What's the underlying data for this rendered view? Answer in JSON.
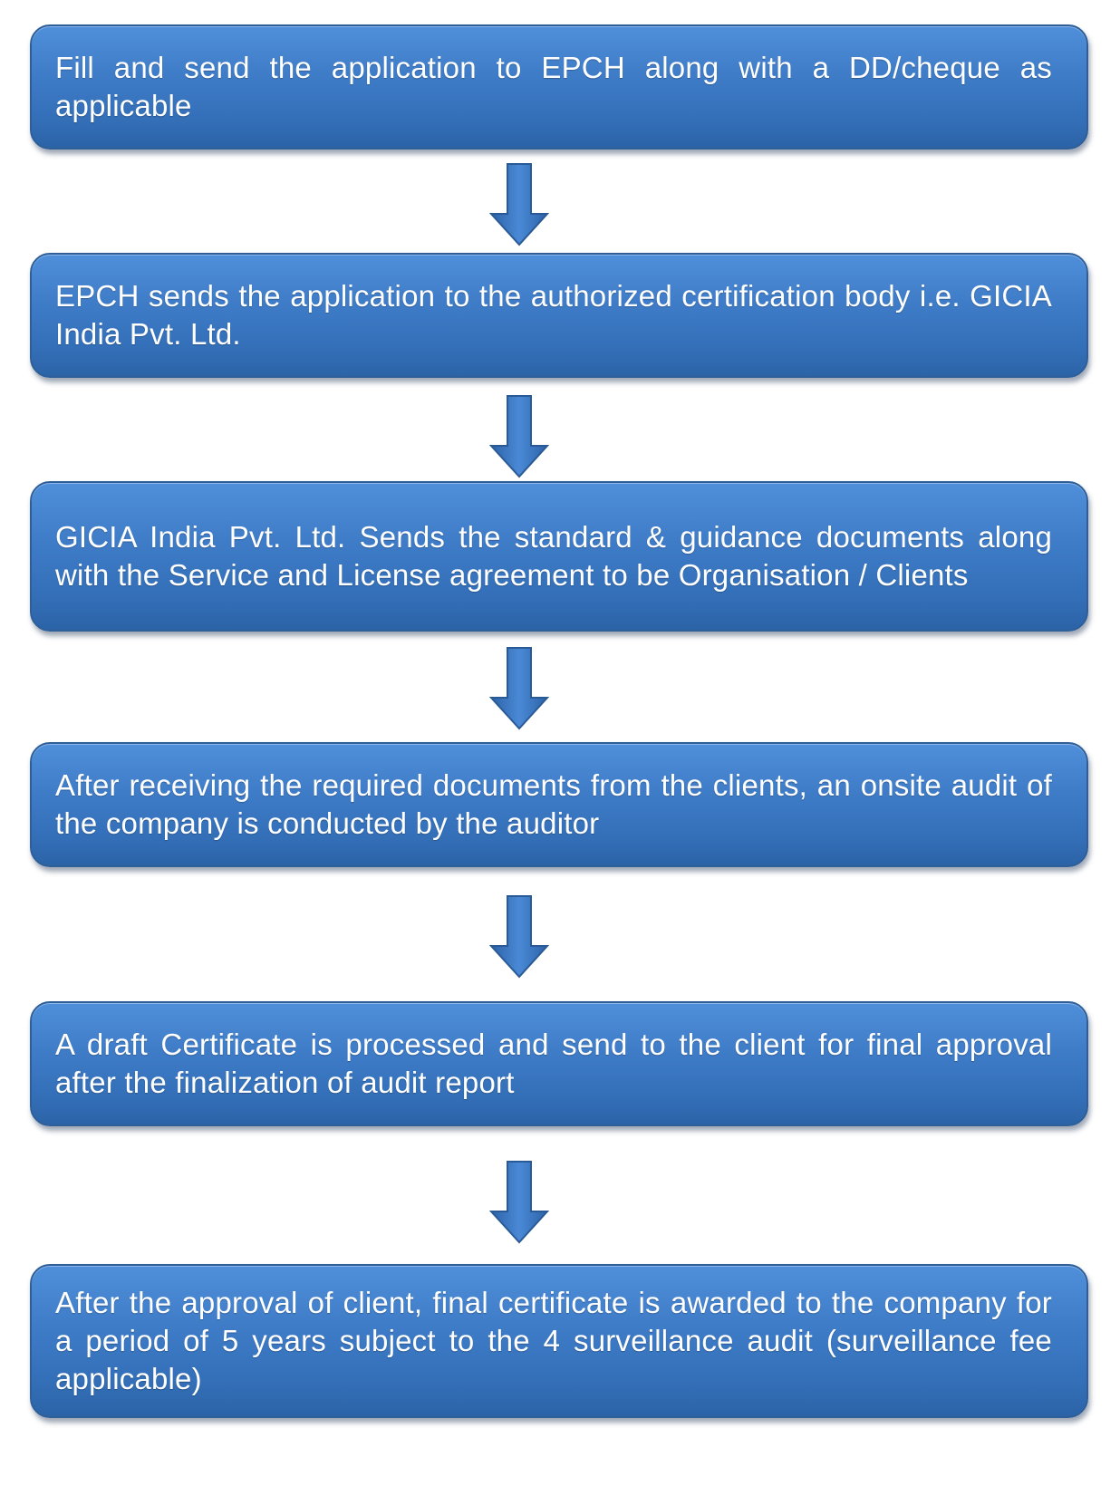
{
  "steps": [
    {
      "text": "Fill and send the application to EPCH along with a DD/cheque as applicable"
    },
    {
      "text": "EPCH sends the application to the authorized certification body i.e. GICIA India Pvt. Ltd."
    },
    {
      "text": "GICIA India Pvt. Ltd. Sends the standard & guidance documents along with the Service and License agreement to be Organisation / Clients"
    },
    {
      "text": "After receiving the required documents from the clients, an onsite audit of the company is conducted by the auditor"
    },
    {
      "text": "A draft Certificate is processed and send to the client for final approval after the finalization of audit report"
    },
    {
      "text": "After the approval of client, final certificate is awarded to the company for a period of 5 years subject to the 4 surveillance audit (surveillance fee applicable)"
    }
  ],
  "colors": {
    "box_fill": "#3f7cc8",
    "box_border": "#2f5f99",
    "arrow_fill": "#3a73bd",
    "text": "#ffffff"
  },
  "icons": {
    "connector": "down-arrow-icon"
  }
}
